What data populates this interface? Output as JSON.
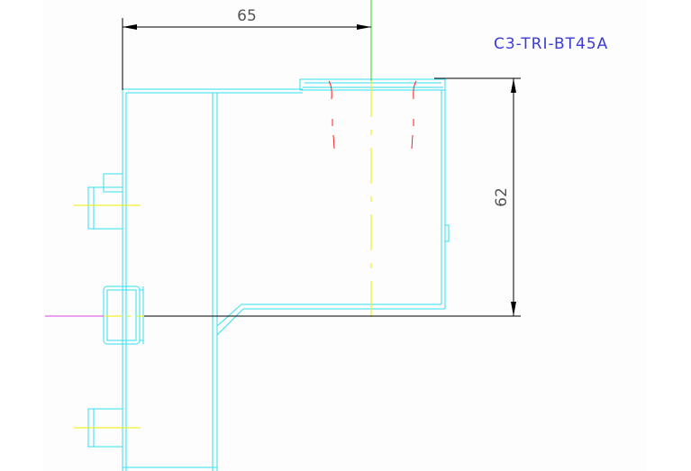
{
  "drawing": {
    "part_label": "C3-TRI-BT45A",
    "dimensions": {
      "width_value": "65",
      "height_value": "62"
    }
  },
  "colors": {
    "background": "#fdfdfd",
    "part_outline": "#33e0ee",
    "dimension_line": "#000000",
    "dimension_text": "#555555",
    "label_text": "#3b3bd8",
    "centerline_yellow": "#f0f000",
    "centerline_magenta": "#e040e0",
    "centerline_green": "#30d030",
    "hidden_line_red": "#ff2020"
  }
}
